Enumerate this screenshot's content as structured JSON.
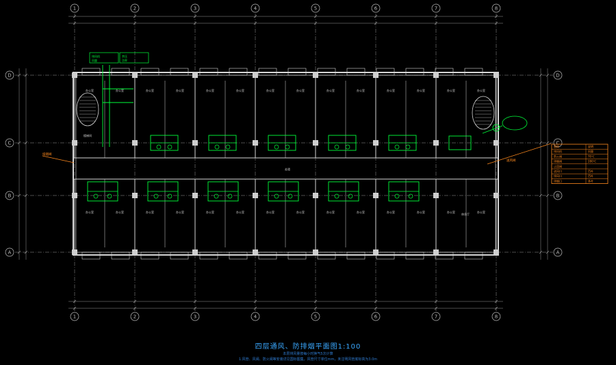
{
  "drawing": {
    "title": "四层通风、防排烟平面图1:100",
    "note1": "本层排风量按每小时换气5次计算",
    "note2": "1.风管、风阀、防火阀等安装详见国标图集，风管尺寸单位mm，未注明风管底标高为3.0m"
  },
  "axes": {
    "columns": [
      "1",
      "2",
      "3",
      "4",
      "5",
      "6",
      "7",
      "8"
    ],
    "rows": [
      "D",
      "C",
      "B",
      "A"
    ]
  },
  "rooms": {
    "north": [
      "办公室",
      "办公室",
      "办公室",
      "办公室",
      "办公室",
      "办公室",
      "办公室"
    ],
    "south": [
      "办公室",
      "办公室",
      "办公室",
      "办公室",
      "办公室",
      "办公室",
      "办公室"
    ],
    "stair": "楼梯间",
    "corridor": "走道",
    "lobby": "休息厅"
  },
  "tags": {
    "fan_a": "排风机",
    "fan_b": "风量",
    "fan_c": "余压",
    "fan_d": "功率",
    "smoke_valve": "排烟阀",
    "supply_valve": "送风阀"
  },
  "legend": {
    "rows": [
      {
        "name": "图例",
        "val": "说明"
      },
      {
        "name": "排风机",
        "val": "风量"
      },
      {
        "name": "防火阀",
        "val": "70℃"
      },
      {
        "name": "排烟阀",
        "val": "280℃"
      },
      {
        "name": "止回阀",
        "val": ""
      },
      {
        "name": "送风口",
        "val": "百叶"
      },
      {
        "name": "排风口",
        "val": "百叶"
      },
      {
        "name": "排烟口",
        "val": "多叶"
      }
    ]
  },
  "colors": {
    "grid": "#bdbdbd",
    "wall": "#d6d6d6",
    "duct": "#00ff3a",
    "callout": "#ff8a1e",
    "text": "#3aa8ff"
  }
}
